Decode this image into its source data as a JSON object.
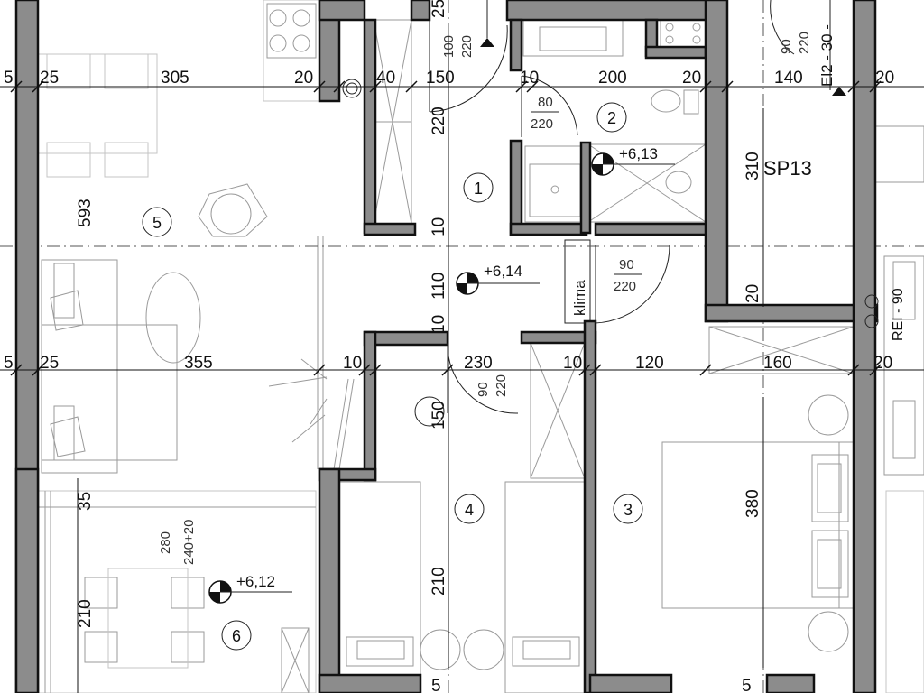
{
  "rooms": [
    {
      "id": "1"
    },
    {
      "id": "2"
    },
    {
      "id": "3"
    },
    {
      "id": "4"
    },
    {
      "id": "5"
    },
    {
      "id": "6"
    }
  ],
  "levels": [
    "+6,14",
    "+6,13",
    "+6,12"
  ],
  "labels": {
    "stair": "SP13",
    "klima": "klima",
    "fire_rating": "REI - 90",
    "elevation": "El2 - 30 -"
  },
  "dimensions": {
    "top_row": [
      "5",
      "25",
      "305",
      "20",
      "40",
      "150",
      "10",
      "200",
      "20",
      "140",
      "20"
    ],
    "mid_row": [
      "5",
      "25",
      "355",
      "10",
      "230",
      "10",
      "120",
      "160",
      "20"
    ],
    "vertical": [
      "593",
      "220",
      "10",
      "110",
      "10",
      "150",
      "210",
      "380",
      "310",
      "20",
      "210",
      "35",
      "25"
    ],
    "misc": [
      "5",
      "5"
    ]
  },
  "doors": [
    {
      "w": "100",
      "h": "220"
    },
    {
      "w": "80",
      "h": "220"
    },
    {
      "w": "90",
      "h": "220"
    },
    {
      "w": "90",
      "h": "220"
    },
    {
      "w": "90",
      "h": "220"
    },
    {
      "w": "280",
      "h": "240+20"
    }
  ]
}
